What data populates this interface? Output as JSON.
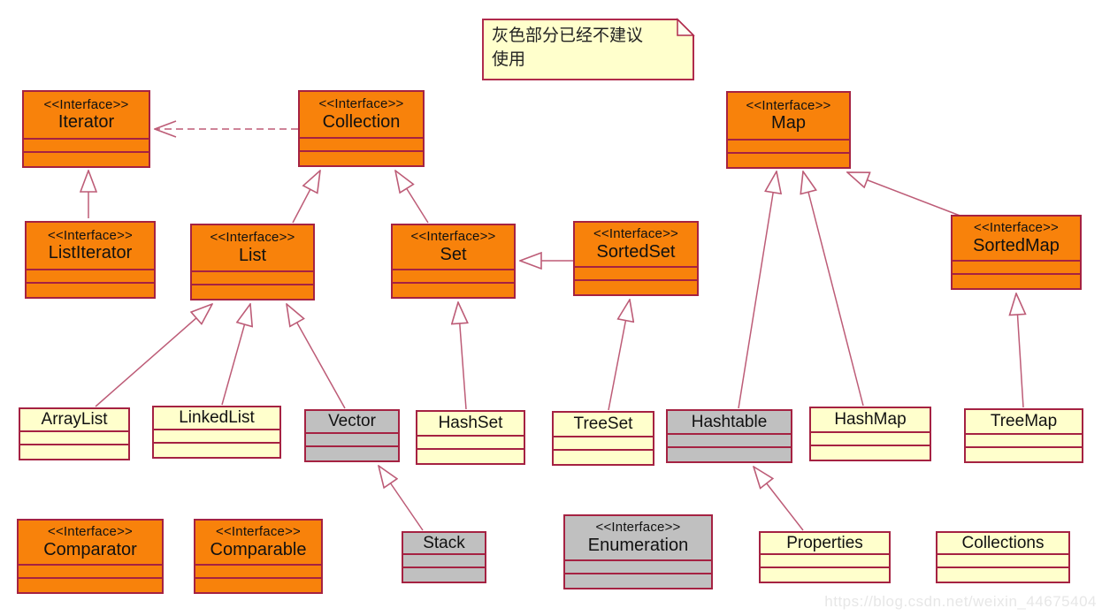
{
  "note": {
    "text": "灰色部分已经不建议\n使用"
  },
  "watermark": {
    "text": "https://blog.csdn.net/weixin_44675404"
  },
  "legend_meaning": "gray boxes are deprecated",
  "colors": {
    "interface_fill": "#F8820B",
    "class_fill": "#FFFFCC",
    "deprecated_fill": "#C0C0C0",
    "box_border": "#A52242",
    "edge_line": "#BD5C77",
    "note_fill": "#FFFFCC"
  },
  "nodes": {
    "iterator": {
      "stereotype": "<<Interface>>",
      "name": "Iterator"
    },
    "collection": {
      "stereotype": "<<Interface>>",
      "name": "Collection"
    },
    "map": {
      "stereotype": "<<Interface>>",
      "name": "Map"
    },
    "listiterator": {
      "stereotype": "<<Interface>>",
      "name": "ListIterator"
    },
    "list": {
      "stereotype": "<<Interface>>",
      "name": "List"
    },
    "set": {
      "stereotype": "<<Interface>>",
      "name": "Set"
    },
    "sortedset": {
      "stereotype": "<<Interface>>",
      "name": "SortedSet"
    },
    "sortedmap": {
      "stereotype": "<<Interface>>",
      "name": "SortedMap"
    },
    "arraylist": {
      "name": "ArrayList"
    },
    "linkedlist": {
      "name": "LinkedList"
    },
    "vector": {
      "name": "Vector",
      "deprecated": true
    },
    "hashset": {
      "name": "HashSet"
    },
    "treeset": {
      "name": "TreeSet"
    },
    "hashtable": {
      "name": "Hashtable",
      "deprecated": true
    },
    "hashmap": {
      "name": "HashMap"
    },
    "treemap": {
      "name": "TreeMap"
    },
    "comparator": {
      "stereotype": "<<Interface>>",
      "name": "Comparator"
    },
    "comparable": {
      "stereotype": "<<Interface>>",
      "name": "Comparable"
    },
    "stack": {
      "name": "Stack",
      "deprecated": true
    },
    "enumeration": {
      "stereotype": "<<Interface>>",
      "name": "Enumeration",
      "deprecated": true
    },
    "properties": {
      "name": "Properties"
    },
    "collections": {
      "name": "Collections"
    }
  },
  "edges": [
    {
      "from": "ListIterator",
      "to": "Iterator",
      "type": "generalization"
    },
    {
      "from": "Collection",
      "to": "Iterator",
      "type": "dependency"
    },
    {
      "from": "List",
      "to": "Collection",
      "type": "generalization"
    },
    {
      "from": "Set",
      "to": "Collection",
      "type": "generalization"
    },
    {
      "from": "SortedSet",
      "to": "Set",
      "type": "generalization"
    },
    {
      "from": "ArrayList",
      "to": "List",
      "type": "generalization"
    },
    {
      "from": "LinkedList",
      "to": "List",
      "type": "generalization"
    },
    {
      "from": "Vector",
      "to": "List",
      "type": "generalization"
    },
    {
      "from": "Stack",
      "to": "Vector",
      "type": "generalization"
    },
    {
      "from": "HashSet",
      "to": "Set",
      "type": "generalization"
    },
    {
      "from": "TreeSet",
      "to": "SortedSet",
      "type": "generalization"
    },
    {
      "from": "Hashtable",
      "to": "Map",
      "type": "generalization"
    },
    {
      "from": "HashMap",
      "to": "Map",
      "type": "generalization"
    },
    {
      "from": "SortedMap",
      "to": "Map",
      "type": "generalization"
    },
    {
      "from": "TreeMap",
      "to": "SortedMap",
      "type": "generalization"
    },
    {
      "from": "Properties",
      "to": "Hashtable",
      "type": "generalization"
    }
  ]
}
